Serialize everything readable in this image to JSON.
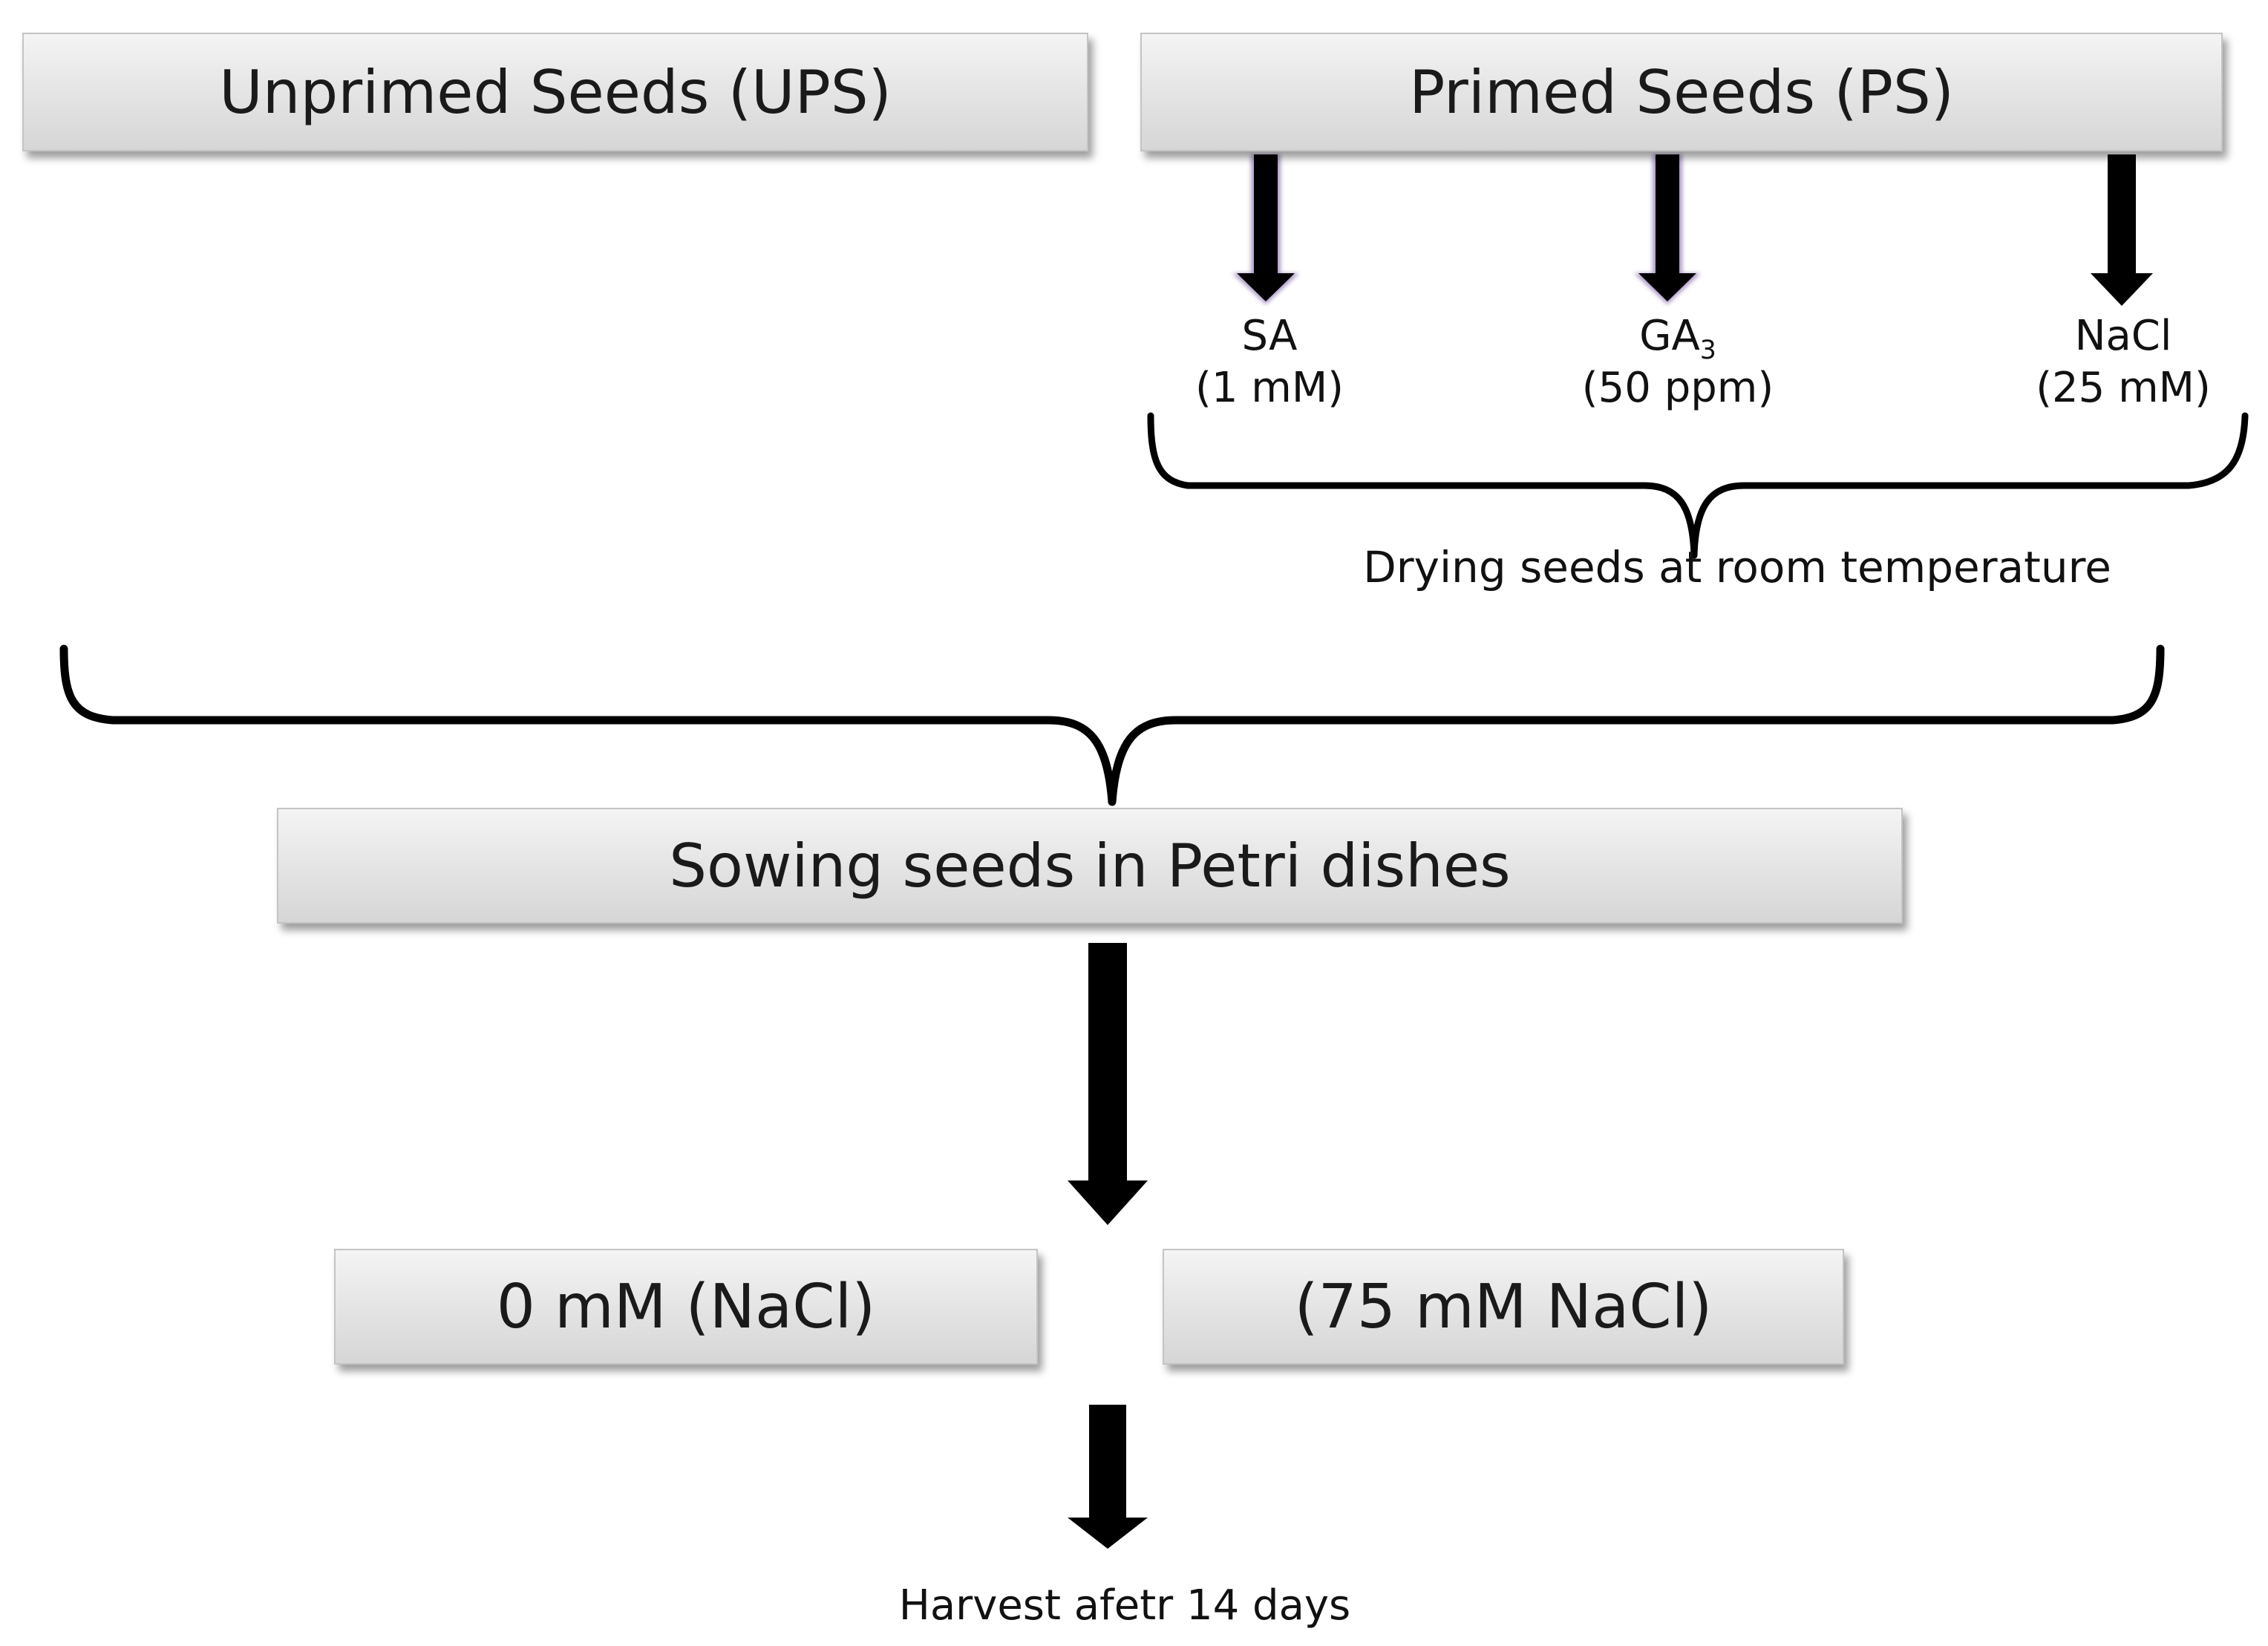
{
  "boxes": {
    "unprimed": "Unprimed Seeds (UPS)",
    "primed": "Primed Seeds (PS)",
    "sowing": "Sowing seeds in Petri dishes",
    "control": "0 mM (NaCl)",
    "salt": "(75 mM NaCl)"
  },
  "priming_agents": [
    {
      "name": "SA",
      "dose": "(1 mM)"
    },
    {
      "name": "GA",
      "subscript": "3",
      "dose": "(50 ppm)"
    },
    {
      "name": "NaCl",
      "dose": "(25 mM)"
    }
  ],
  "steps": {
    "drying": "Drying seeds at room temperature",
    "harvest": "Harvest afetr 14 days"
  },
  "colors": {
    "box_fill": "#e3e3e3",
    "arrow": "#000000",
    "arrow_glow": "#6a4a9a"
  }
}
